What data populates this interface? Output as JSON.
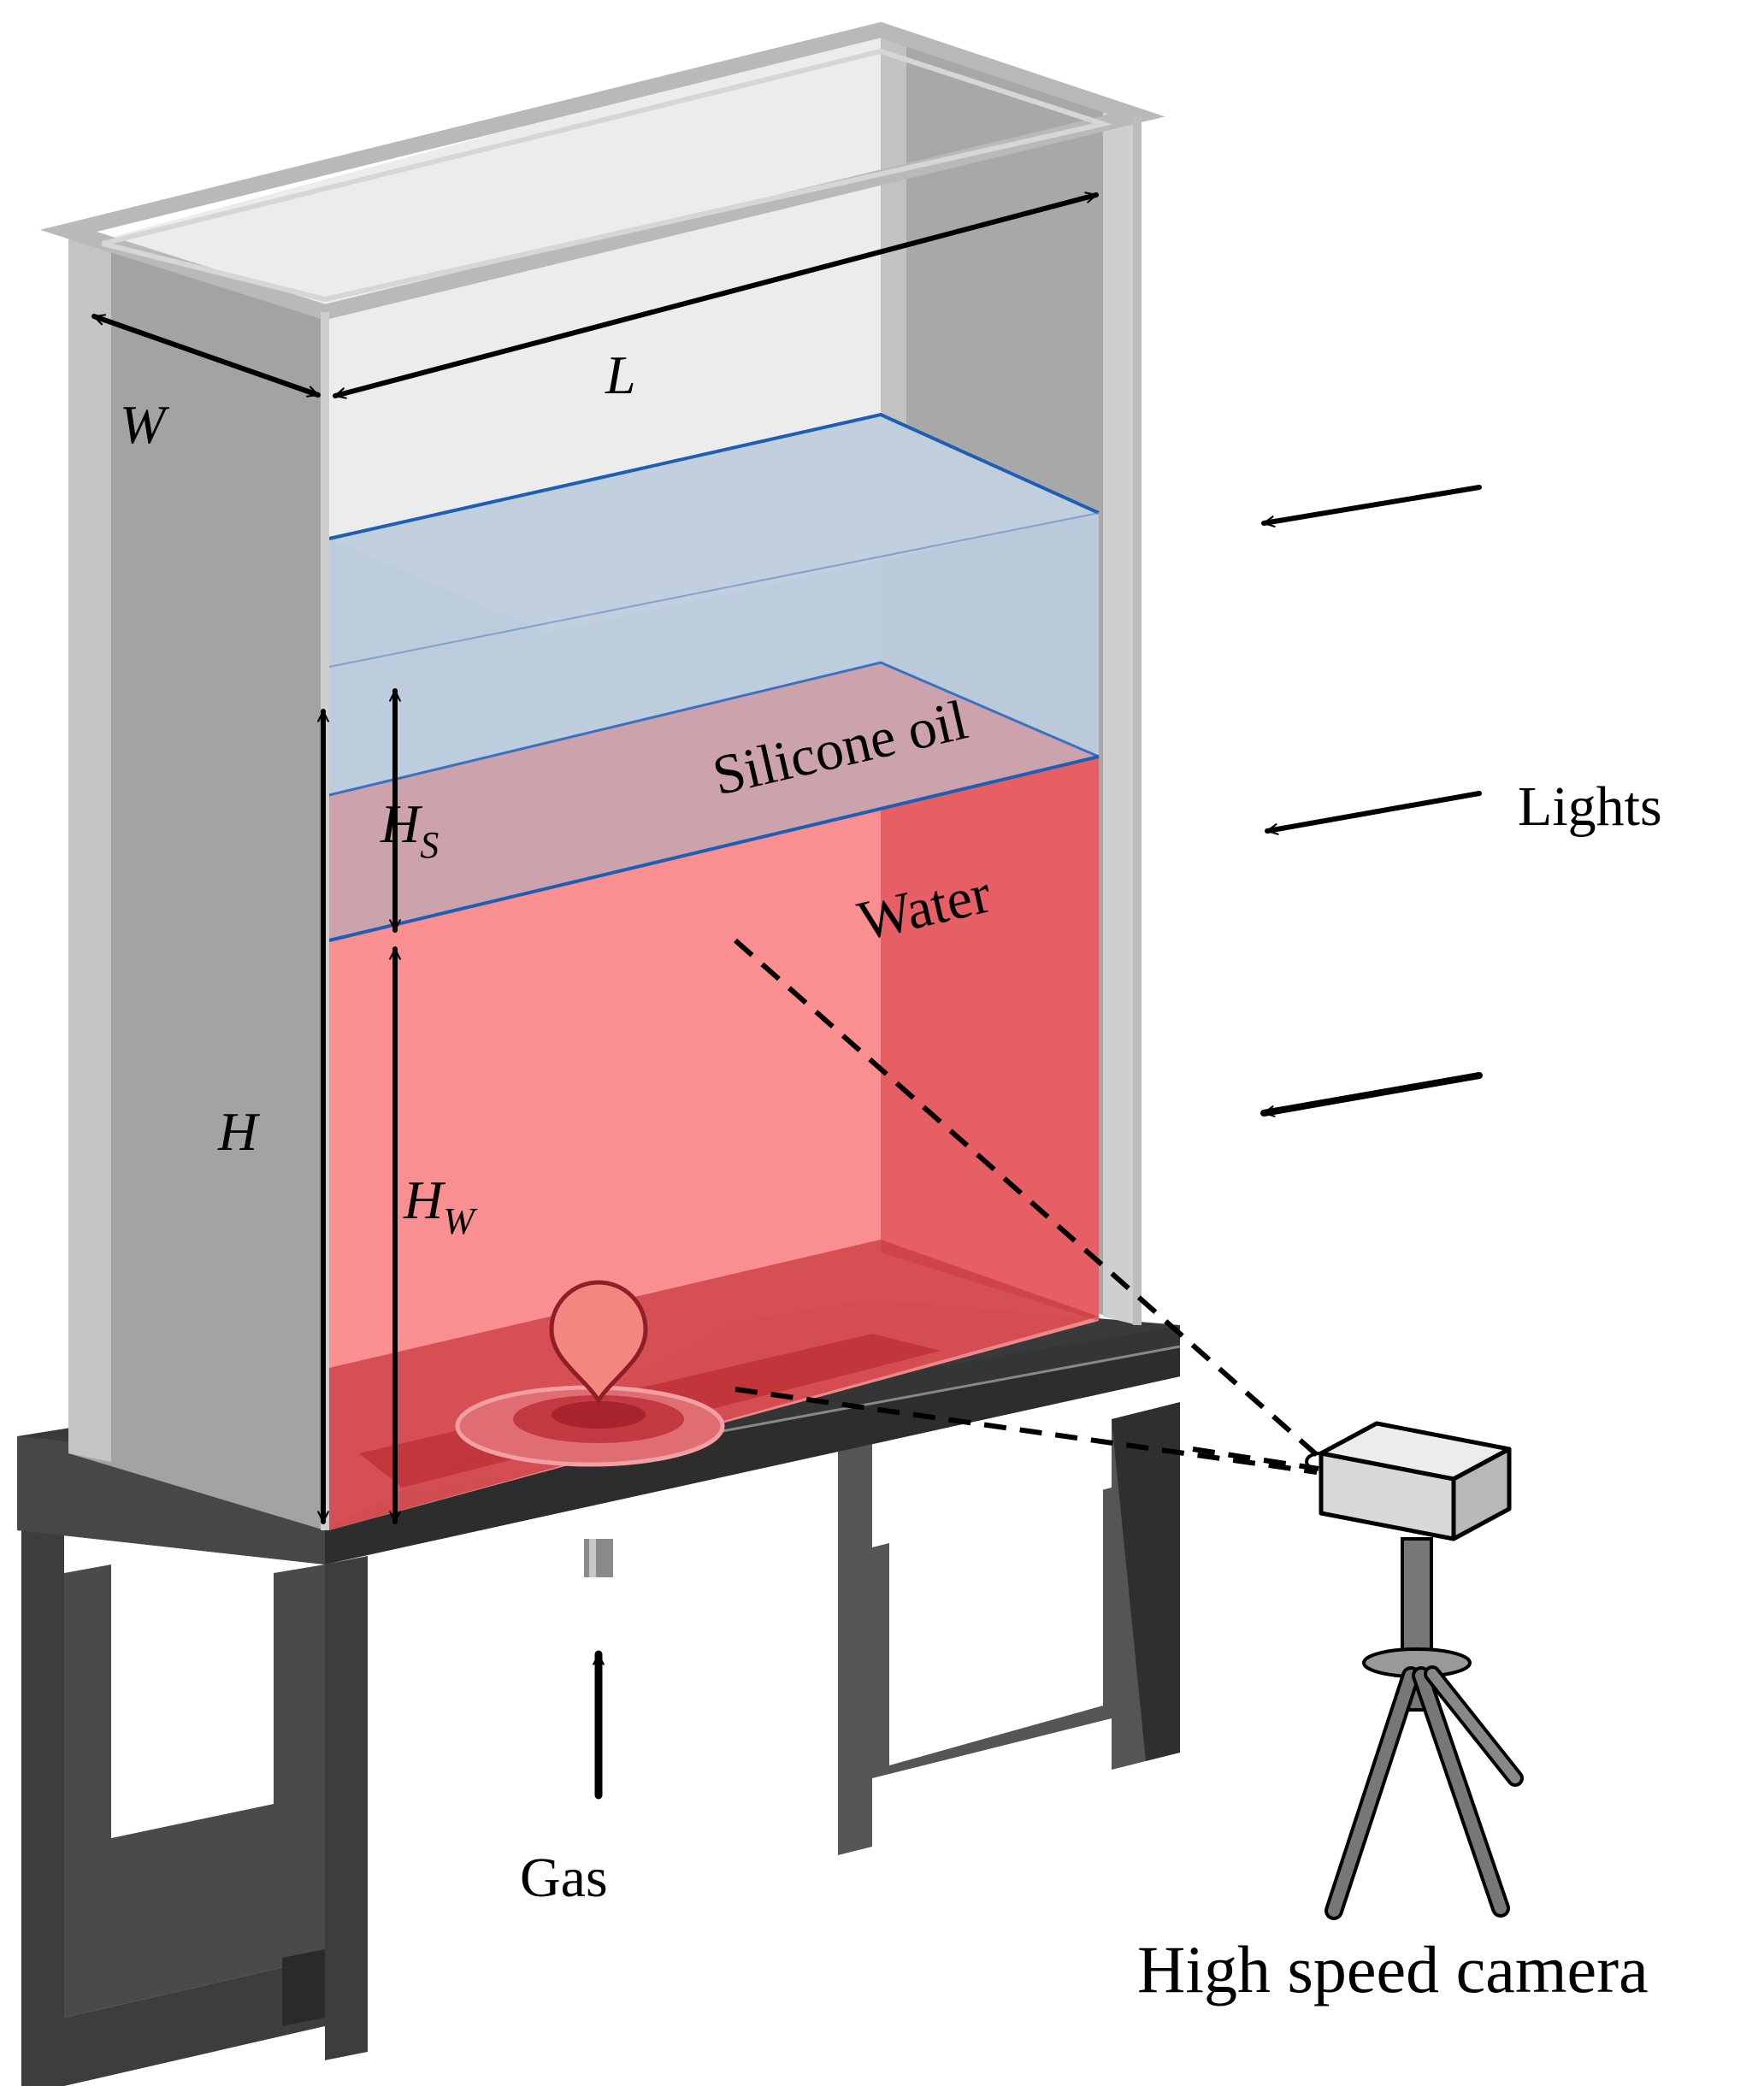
{
  "labels": {
    "width": "W",
    "length": "L",
    "height": "H",
    "silicone_height_base": "H",
    "silicone_height_sub": "S",
    "water_height_base": "H",
    "water_height_sub": "W",
    "silicone_oil": "Silicone oil",
    "water": "Water",
    "lights": "Lights",
    "gas": "Gas",
    "camera": "High speed camera"
  },
  "colors": {
    "tank_glass": "#e2e2e2",
    "tank_side": "#9a9a9a",
    "silicone_oil": "#b9c8da",
    "silicone_edge": "#1e5fb4",
    "water": "#f77d80",
    "water_dark": "#d94a50",
    "stand": "#3a3a3a",
    "bubble": "#f4857f",
    "camera_body": "#d9d9d9",
    "tripod": "#777777"
  },
  "icons": [
    "light-arrow-icon",
    "gas-arrow-icon",
    "camera-icon",
    "tripod-icon",
    "bubble-icon",
    "nozzle-icon"
  ]
}
